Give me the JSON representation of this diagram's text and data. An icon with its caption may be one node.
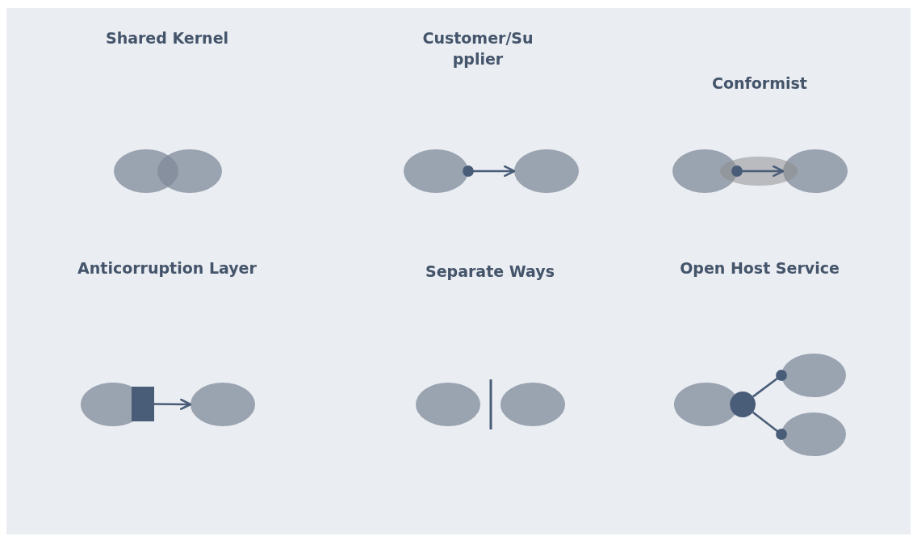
{
  "diagram": {
    "nodes": [
      {
        "text": [],
        "shape": "ellipse"
      },
      {
        "text": [],
        "shape": "ellipse"
      },
      {
        "text": [],
        "shape": "ellipse"
      },
      {
        "text": [],
        "shape": "ellipse"
      },
      {
        "text": [],
        "shape": "ellipse"
      },
      {
        "text": [],
        "shape": "ellipse"
      },
      {
        "text": [],
        "shape": "ellipse"
      },
      {
        "text": [],
        "shape": "box"
      },
      {
        "text": [],
        "shape": "ellipse"
      },
      {
        "text": [],
        "shape": "ellipse"
      },
      {
        "text": [],
        "shape": "ellipse"
      },
      {
        "text": [],
        "shape": "ellipse"
      },
      {
        "text": [],
        "shape": "circle"
      },
      {
        "text": [],
        "shape": "ellipse"
      },
      {
        "text": [],
        "shape": "ellipse"
      }
    ],
    "edges": [
      {
        "from": 2,
        "to": 3,
        "arrow": "to"
      },
      {
        "from": 4,
        "to": 5,
        "arrow": "to"
      },
      {
        "from": 7,
        "to": 8,
        "arrow": "to"
      },
      {
        "from": 12,
        "to": 13,
        "arrow": "other"
      },
      {
        "from": 12,
        "to": 14,
        "arrow": "other"
      }
    ],
    "labels": [
      "Shared Kernel",
      "Customer/Supplier",
      "Conformist",
      "Anticorruption Layer",
      "Separate Ways",
      "Open Host Service"
    ]
  }
}
